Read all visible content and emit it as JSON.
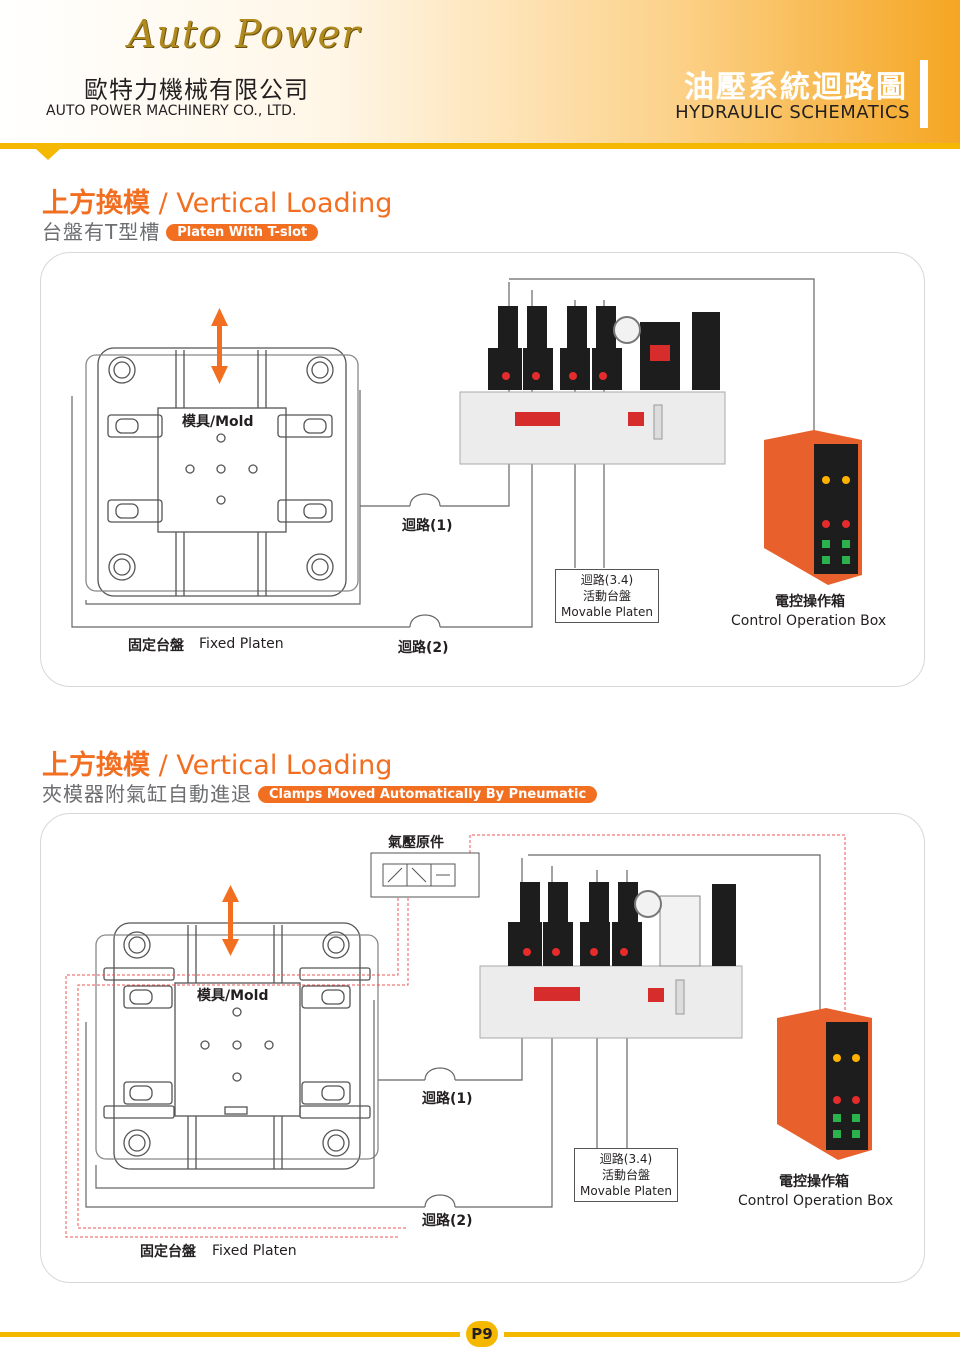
{
  "header": {
    "logo_text": "Auto Power",
    "company_zh": "歐特力機械有限公司",
    "company_en": "AUTO POWER MACHINERY CO., LTD.",
    "title_zh": "油壓系統迴路圖",
    "title_en": "HYDRAULIC SCHEMATICS"
  },
  "section1": {
    "title_zh": "上方換模",
    "title_en": " / Vertical Loading",
    "sub_zh": "台盤有T型槽",
    "badge": "Platen With T-slot",
    "labels": {
      "mold": "模具/Mold",
      "circuit1": "迴路(1)",
      "circuit2": "迴路(2)",
      "circuit34_line1": "迴路(3.4)",
      "circuit34_line2": "活動台盤",
      "circuit34_line3": "Movable Platen",
      "fixed_platen_zh": "固定台盤",
      "fixed_platen_en": "Fixed Platen",
      "control_zh": "電控操作箱",
      "control_en": "Control Operation Box"
    }
  },
  "section2": {
    "title_zh": "上方換模",
    "title_en": " / Vertical Loading",
    "sub_zh": "夾模器附氣缸自動進退",
    "badge": "Clamps Moved Automatically By Pneumatic",
    "labels": {
      "pneumatic": "氣壓原件",
      "mold": "模具/Mold",
      "circuit1": "迴路(1)",
      "circuit2": "迴路(2)",
      "circuit34_line1": "迴路(3.4)",
      "circuit34_line2": "活動台盤",
      "circuit34_line3": "Movable Platen",
      "fixed_platen_zh": "固定台盤",
      "fixed_platen_en": "Fixed Platen",
      "control_zh": "電控操作箱",
      "control_en": "Control Operation Box"
    }
  },
  "footer": {
    "page": "P9"
  },
  "colors": {
    "accent": "#f26f21",
    "yellow": "#f5b800",
    "box": "#e8602c"
  }
}
